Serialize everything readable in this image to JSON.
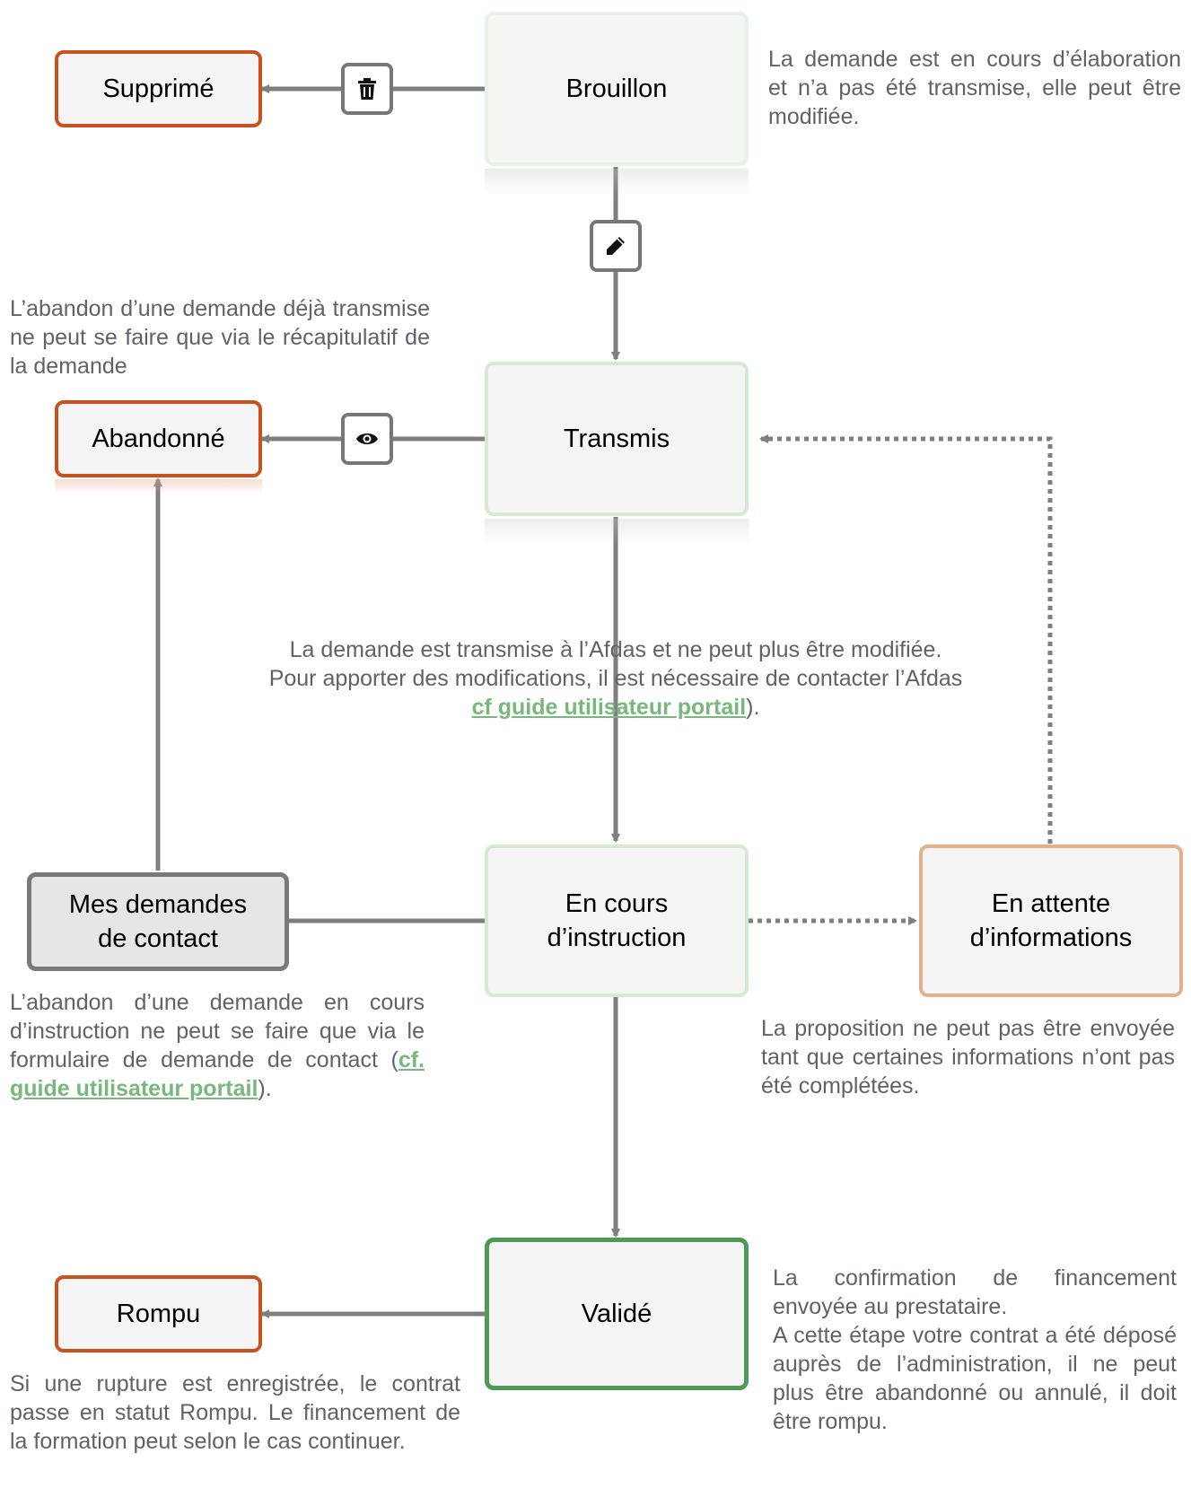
{
  "nodes": {
    "supprime": "Supprimé",
    "brouillon": "Brouillon",
    "abandonne": "Abandonné",
    "transmis": "Transmis",
    "contact": "Mes demandes\nde contact",
    "instruction": "En cours\nd’instruction",
    "attente": "En attente\nd’informations",
    "rompu": "Rompu",
    "valide": "Validé"
  },
  "icons": {
    "delete": "trash-icon",
    "edit": "pencil-icon",
    "view": "eye-icon"
  },
  "notes": {
    "brouillon": "La demande est en cours d’élaboration et n’a pas été transmise, elle peut être modifiée.",
    "abandon_transmis": "L’abandon d’une demande déjà transmise ne peut se faire que via le récapitulatif de la demande",
    "transmis_line1": "La demande est transmise à l’Afdas et ne peut plus être modifiée.",
    "transmis_line2": "Pour apporter des modifications, il est nécessaire de contacter l’Afdas",
    "transmis_link": "cf guide utilisateur portail",
    "transmis_suffix": ").",
    "abandon_instruction": "L’abandon d’une demande en cours d’instruction ne peut se faire que via le formulaire de demande de contact",
    "abandon_instruction_prefix": "(",
    "abandon_instruction_link": "cf. guide utilisateur portail",
    "abandon_instruction_suffix": ").",
    "attente": "La proposition ne peut pas être envoyée tant que certaines informations n’ont pas été complétées.",
    "valide_p1": "La confirmation de financement envoyée au prestataire.",
    "valide_p2": "A cette étape votre contrat a été déposé auprès de l’administration, il ne peut plus être abandonné ou annulé, il doit être rompu.",
    "rompu": "Si une rupture est enregistrée, le contrat passe en statut Rompu. Le financement de la formation peut selon le cas continuer."
  },
  "colors": {
    "red_border": "#c9511c",
    "green_light_border": "#d6ead2",
    "green_dark_border": "#4f9a55",
    "orange_border": "#e3b088",
    "grey_border": "#7a7a7a",
    "connector": "#7f7f7f",
    "link": "#78b87c",
    "note_text": "#5f6368"
  }
}
